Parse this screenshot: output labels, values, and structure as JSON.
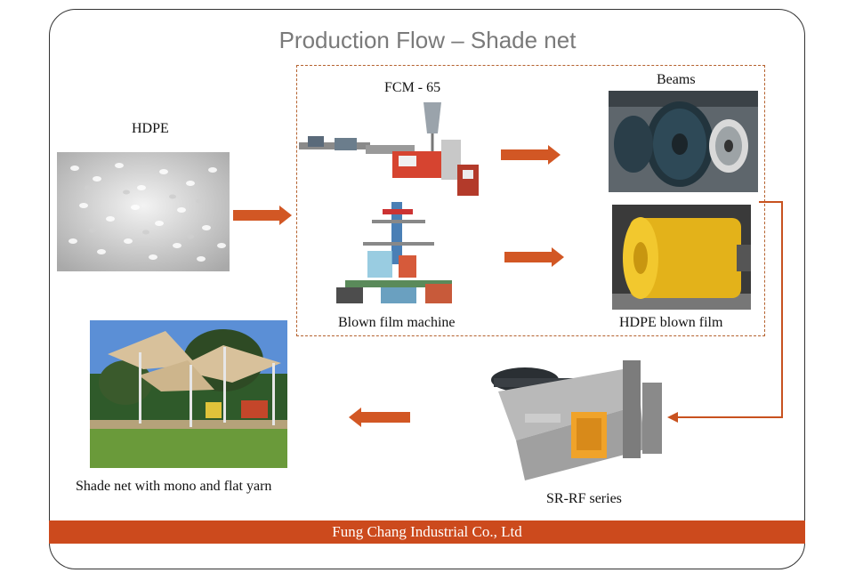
{
  "title": "Production Flow – Shade net",
  "nodes": {
    "hdpe": "HDPE",
    "fcm": "FCM - 65",
    "beams": "Beams",
    "blown_machine": "Blown film machine",
    "blown_film": "HDPE blown film",
    "sr_rf": "SR-RF series",
    "shade_net": "Shade net with mono and flat yarn"
  },
  "footer": "Fung Chang Industrial Co., Ltd",
  "colors": {
    "accent": "#d25724",
    "footer": "#cc4a1d",
    "title": "#7a7a7a"
  }
}
